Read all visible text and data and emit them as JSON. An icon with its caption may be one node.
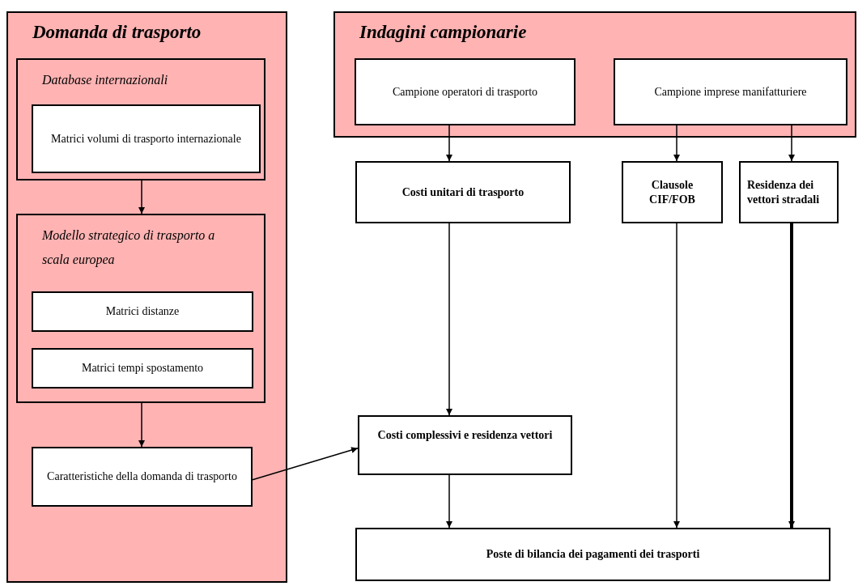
{
  "diagram": {
    "nodes": [
      {
        "text": [
          "Domanda di trasporto"
        ]
      },
      {
        "text": [
          "Database internazionali"
        ],
        "in": 0
      },
      {
        "text": [
          "Matrici volumi di trasporto internazionale"
        ],
        "in": 1
      },
      {
        "text": [
          "Modello strategico di trasporto a scala europea"
        ],
        "in": 0
      },
      {
        "text": [
          "Matrici distanze"
        ],
        "in": 3
      },
      {
        "text": [
          "Matrici tempi spostamento"
        ],
        "in": 3
      },
      {
        "text": [
          "Caratteristiche della domanda di trasporto"
        ],
        "in": 0
      },
      {
        "text": [
          "Indagini campionarie"
        ]
      },
      {
        "text": [
          "Campione operatori di trasporto"
        ],
        "in": 7
      },
      {
        "text": [
          "Campione imprese manifatturiere"
        ],
        "in": 7
      },
      {
        "text": [
          "Costi unitari di trasporto"
        ]
      },
      {
        "text": [
          "Clausole CIF/FOB"
        ]
      },
      {
        "text": [
          "Residenza dei vettori stradali"
        ]
      },
      {
        "text": [
          "Costi complessivi e residenza vettori"
        ]
      },
      {
        "text": [
          "Poste di bilancia dei pagamenti dei trasporti"
        ]
      }
    ],
    "edges": [
      {
        "from": 1,
        "to": 3,
        "arrow": "to"
      },
      {
        "from": 3,
        "to": 6,
        "arrow": "to"
      },
      {
        "from": 6,
        "to": 13,
        "arrow": "to"
      },
      {
        "from": 8,
        "to": 10,
        "arrow": "to"
      },
      {
        "from": 9,
        "to": 11,
        "arrow": "to"
      },
      {
        "from": 9,
        "to": 12,
        "arrow": "to"
      },
      {
        "from": 10,
        "to": 13,
        "arrow": "to"
      },
      {
        "from": 11,
        "to": 14,
        "arrow": "to"
      },
      {
        "from": 12,
        "to": 14,
        "arrow": "to",
        "style": "thick"
      },
      {
        "from": 13,
        "to": 14,
        "arrow": "to"
      }
    ]
  }
}
